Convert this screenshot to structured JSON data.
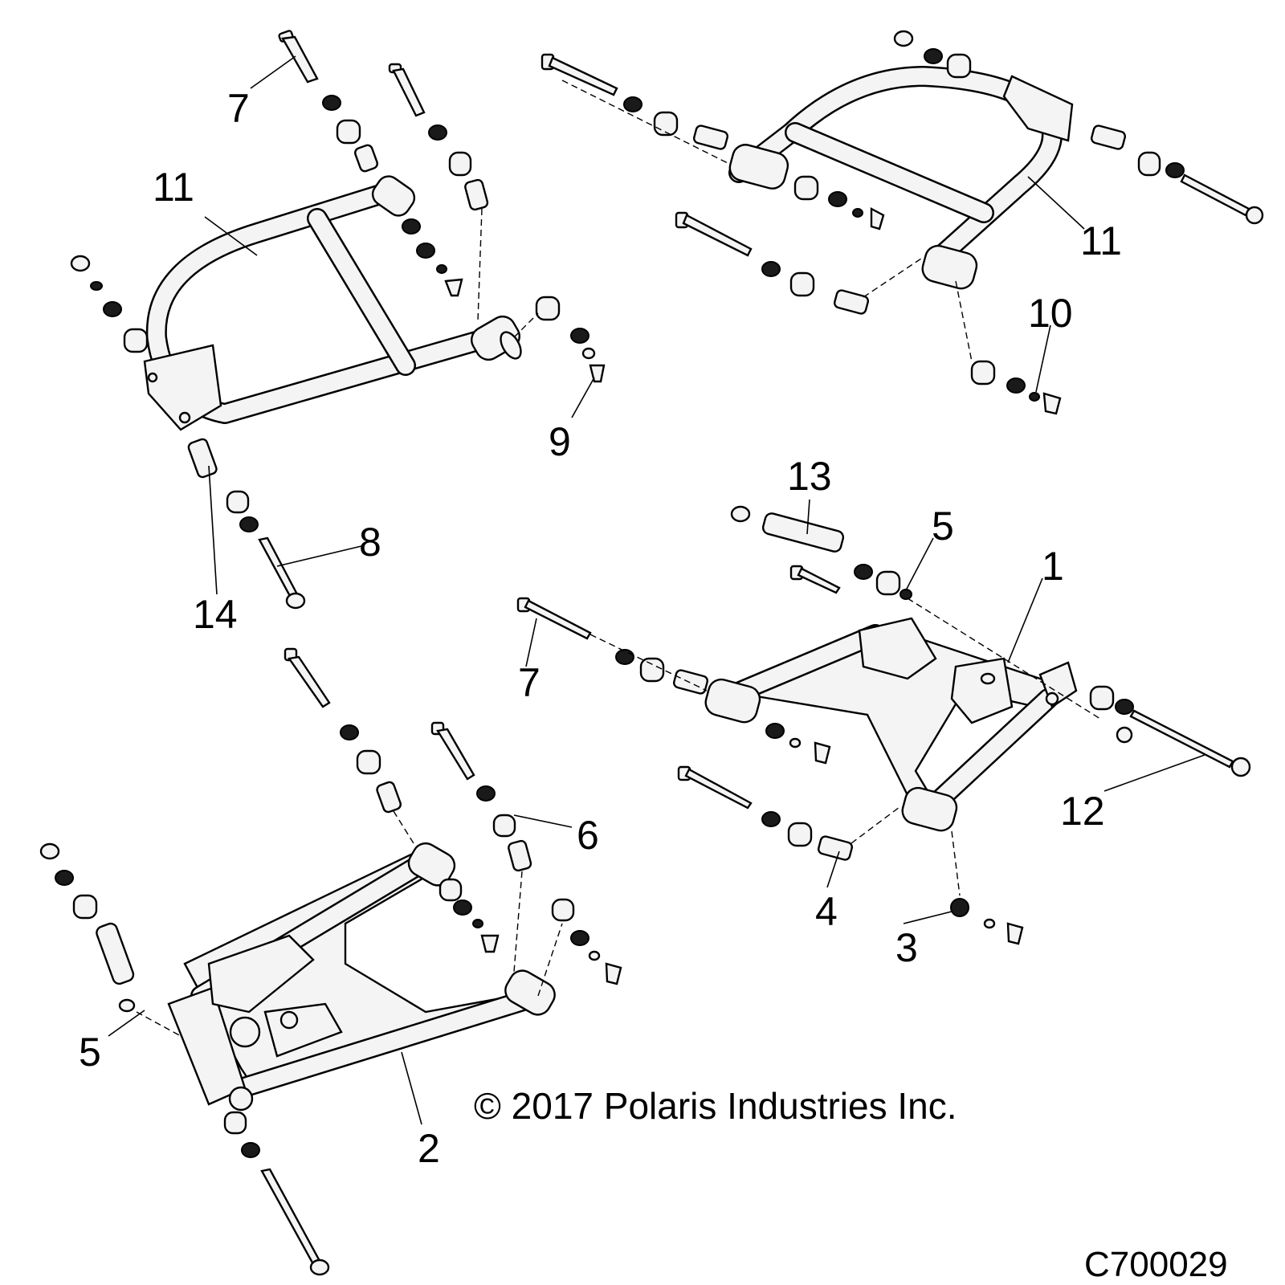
{
  "callouts": [
    {
      "id": "c7a",
      "text": "7"
    },
    {
      "id": "c11a",
      "text": "11"
    },
    {
      "id": "c9",
      "text": "9"
    },
    {
      "id": "c8",
      "text": "8"
    },
    {
      "id": "c14",
      "text": "14"
    },
    {
      "id": "c11b",
      "text": "11"
    },
    {
      "id": "c10",
      "text": "10"
    },
    {
      "id": "c13",
      "text": "13"
    },
    {
      "id": "c5a",
      "text": "5"
    },
    {
      "id": "c1",
      "text": "1"
    },
    {
      "id": "c7b",
      "text": "7"
    },
    {
      "id": "c12",
      "text": "12"
    },
    {
      "id": "c4",
      "text": "4"
    },
    {
      "id": "c3",
      "text": "3"
    },
    {
      "id": "c6",
      "text": "6"
    },
    {
      "id": "c5b",
      "text": "5"
    },
    {
      "id": "c2",
      "text": "2"
    }
  ],
  "copyright": "© 2017 Polaris Industries Inc.",
  "drawing_id": "C700029"
}
